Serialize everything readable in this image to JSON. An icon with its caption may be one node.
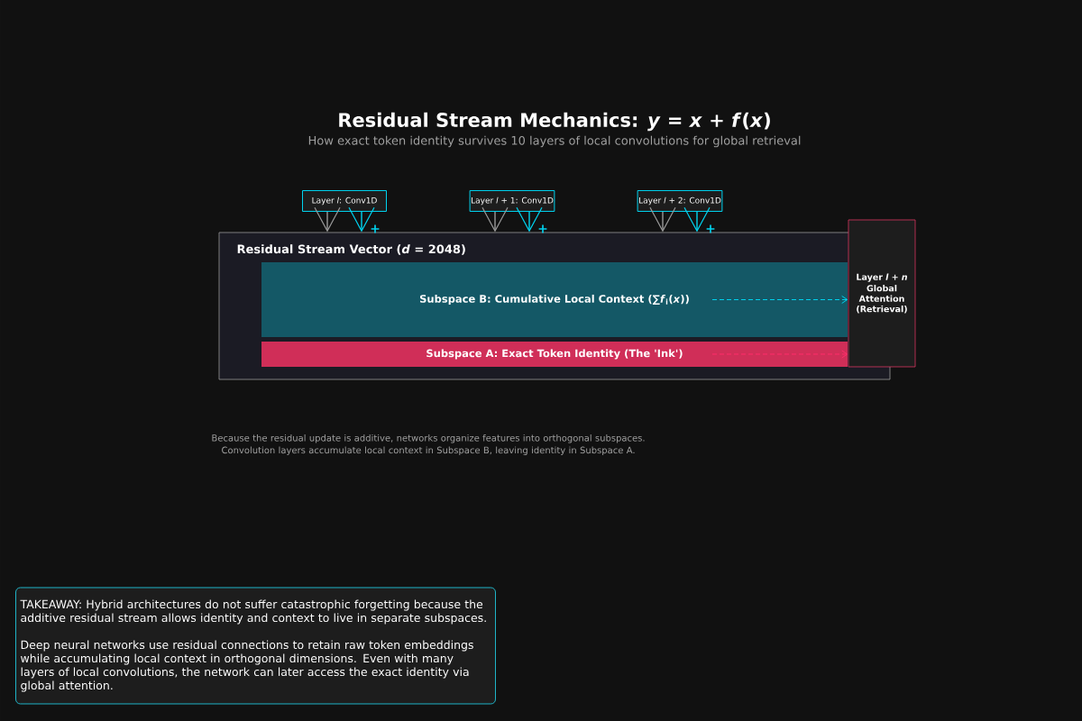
{
  "diagram": {
    "title": "Residual Stream Mechanics: *y* = *x* + *f*(*x*)",
    "nodes": [
      {
        "text": [
          "Layer *l*: Conv1D"
        ]
      },
      {
        "text": [
          "Layer *l* + 1: Conv1D"
        ]
      },
      {
        "text": [
          "Layer *l* + 2: Conv1D"
        ]
      },
      {
        "text": [
          "Residual Stream Vector (*d* = 2048)"
        ]
      },
      {
        "text": [
          "Subspace B: Cumulative Local Context (∑*f*$_{i}$(*x*))"
        ],
        "in": 3
      },
      {
        "text": [
          "Subspace A: Exact Token Identity (The 'Ink')"
        ],
        "in": 3
      },
      {
        "text": [
          "Layer *l* + *n*",
          "Global Attention (Retrieval)"
        ]
      },
      {
        "text": [
          "TAKEAWAY: Hybrid architectures do not suffer catastrophic forgetting because the additive residual stream allows identity and context to live in separate subspaces.",
          "Deep neural networks use residual connections to retain raw token embeddings while accumulating local context in orthogonal dimensions. Even with many layers of local convolutions, the network can later access the exact identity via global attention."
        ]
      }
    ],
    "edges": [
      {
        "from": 0,
        "to": 3,
        "arrow": "to",
        "color": "#999999"
      },
      {
        "from": 0,
        "to": 3,
        "arrow": "to",
        "label": "+",
        "color": "#00d4f0"
      },
      {
        "from": 1,
        "to": 3,
        "arrow": "to",
        "color": "#999999"
      },
      {
        "from": 1,
        "to": 3,
        "arrow": "to",
        "label": "+",
        "color": "#00d4f0"
      },
      {
        "from": 2,
        "to": 3,
        "arrow": "to",
        "color": "#999999"
      },
      {
        "from": 2,
        "to": 3,
        "arrow": "to",
        "label": "+",
        "color": "#00d4f0"
      },
      {
        "from": 4,
        "to": 6,
        "arrow": "to",
        "style": "dashed",
        "color": "#00d4f0"
      },
      {
        "from": 5,
        "to": 6,
        "arrow": "to",
        "style": "dashed",
        "color": "#ff2d6a"
      }
    ],
    "labels": [
      "How exact token identity survives 10 layers of local convolutions for global retrieval"
    ],
    "caption": "Because the residual update is additive, networks organize features into orthogonal subspaces. Convolution layers accumulate local context in Subspace B, leaving identity in Subspace A."
  }
}
